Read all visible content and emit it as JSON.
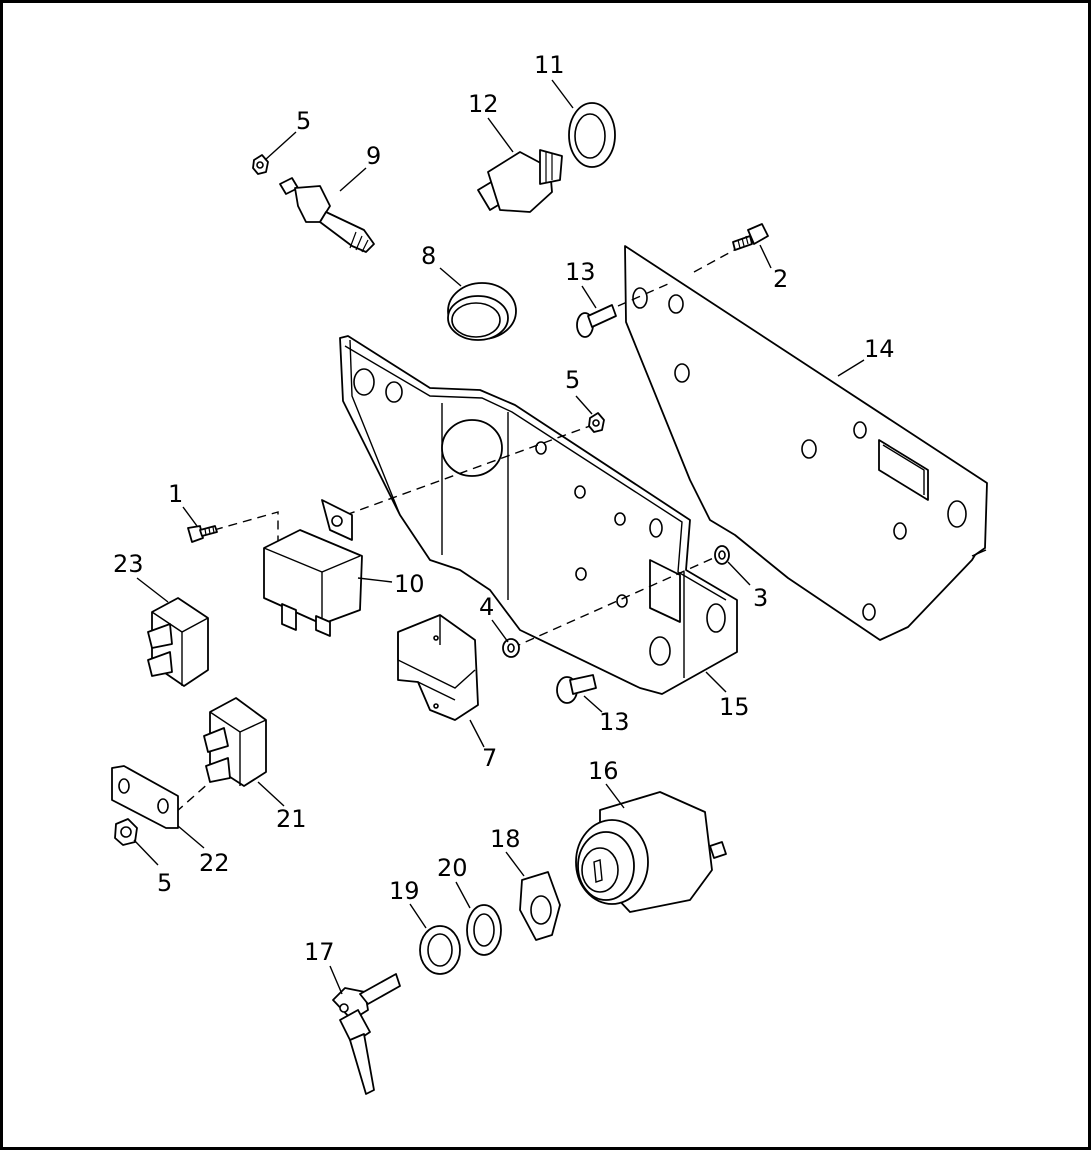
{
  "diagram": {
    "callouts": [
      {
        "id": "c1",
        "text": "1"
      },
      {
        "id": "c2",
        "text": "2"
      },
      {
        "id": "c3",
        "text": "3"
      },
      {
        "id": "c4",
        "text": "4"
      },
      {
        "id": "c5a",
        "text": "5"
      },
      {
        "id": "c5b",
        "text": "5"
      },
      {
        "id": "c5c",
        "text": "5"
      },
      {
        "id": "c7",
        "text": "7"
      },
      {
        "id": "c8",
        "text": "8"
      },
      {
        "id": "c9",
        "text": "9"
      },
      {
        "id": "c10",
        "text": "10"
      },
      {
        "id": "c11",
        "text": "11"
      },
      {
        "id": "c12",
        "text": "12"
      },
      {
        "id": "c13a",
        "text": "13"
      },
      {
        "id": "c13b",
        "text": "13"
      },
      {
        "id": "c14",
        "text": "14"
      },
      {
        "id": "c15",
        "text": "15"
      },
      {
        "id": "c16",
        "text": "16"
      },
      {
        "id": "c17",
        "text": "17"
      },
      {
        "id": "c18",
        "text": "18"
      },
      {
        "id": "c19",
        "text": "19"
      },
      {
        "id": "c20",
        "text": "20"
      },
      {
        "id": "c21",
        "text": "21"
      },
      {
        "id": "c22",
        "text": "22"
      },
      {
        "id": "c23",
        "text": "23"
      }
    ]
  }
}
